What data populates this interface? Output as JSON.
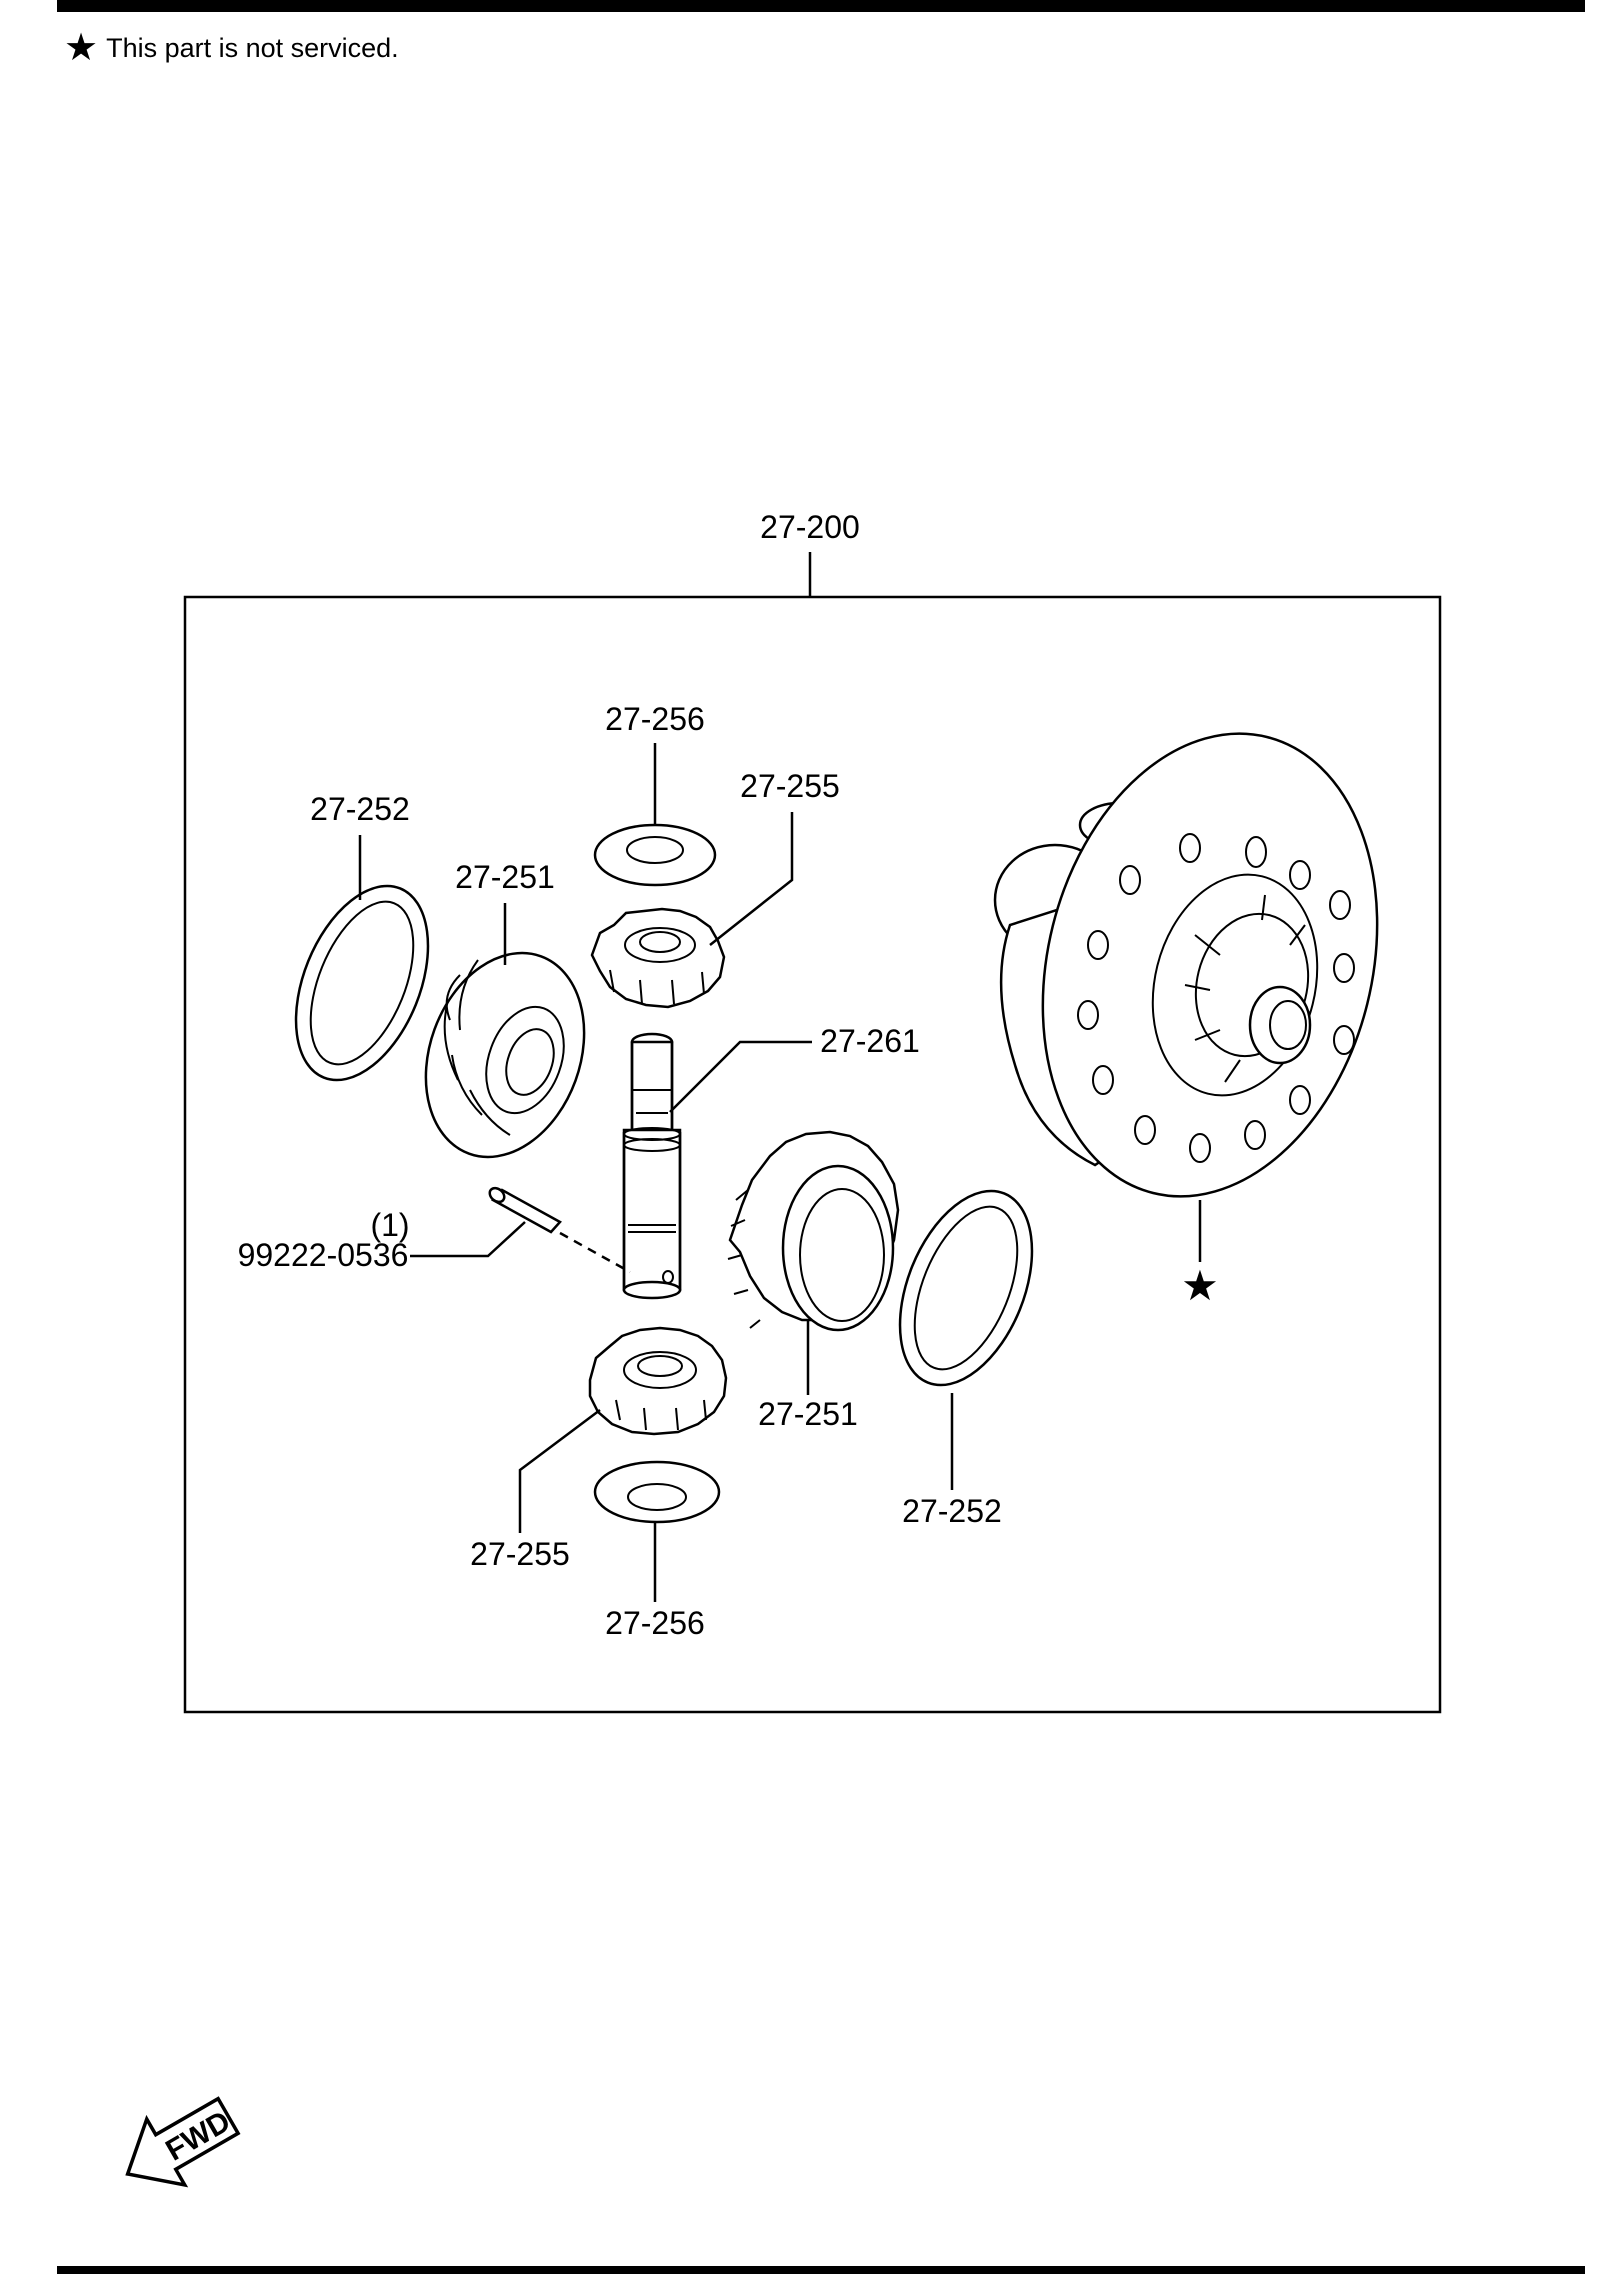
{
  "note": {
    "star_icon": "star-icon",
    "text": "This part is not serviced."
  },
  "diagram": {
    "assembly_label": "27-200",
    "labels": {
      "p256_top": "27-256",
      "p255_top": "27-255",
      "p252_left": "27-252",
      "p251_left": "27-251",
      "p261": "27-261",
      "pin_qty": "(1)",
      "pin_number": "99222-0536",
      "p251_right": "27-251",
      "p252_right": "27-252",
      "p255_bottom": "27-255",
      "p256_bottom": "27-256"
    },
    "case_marker": "★",
    "fwd_text": "FWD"
  }
}
